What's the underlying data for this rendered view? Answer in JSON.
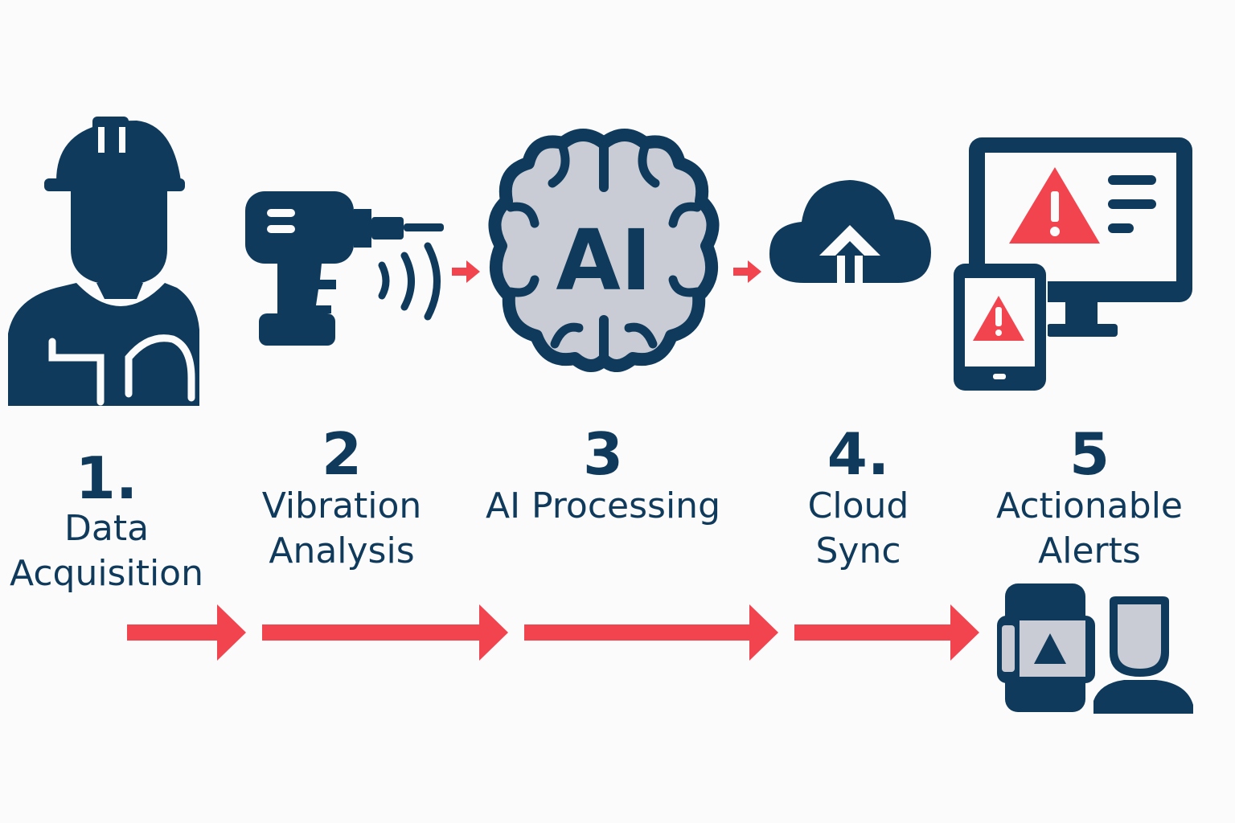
{
  "colors": {
    "navy": "#0f3a5c",
    "red": "#f2444e",
    "gray": "#c9ccd4",
    "background": "#fbfbfb"
  },
  "steps": [
    {
      "number": "1.",
      "title_lines": [
        "Data",
        "Acquisition"
      ],
      "icon": "worker-hardhat-icon"
    },
    {
      "number": "2",
      "title_lines": [
        "Vibration",
        "Analysis"
      ],
      "icon": "power-drill-sensor-icon"
    },
    {
      "number": "3",
      "title_lines": [
        "AI Processing"
      ],
      "icon": "ai-brain-icon",
      "icon_text": "AI"
    },
    {
      "number": "4.",
      "title_lines": [
        "Cloud",
        "Sync"
      ],
      "icon": "cloud-upload-icon"
    },
    {
      "number": "5",
      "title_lines": [
        "Actionable",
        "Alerts"
      ],
      "icon": "monitor-tablet-alert-icon"
    }
  ],
  "footer_icon": "alert-device-user-icon"
}
